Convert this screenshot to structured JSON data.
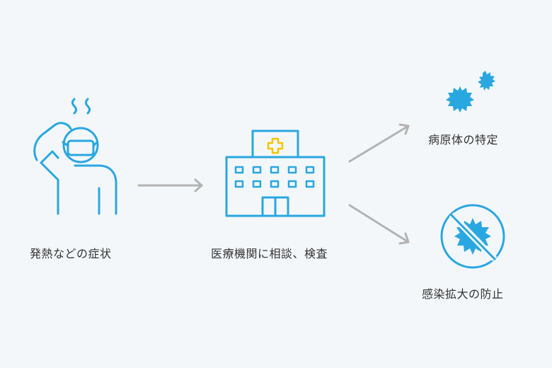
{
  "steps": {
    "symptom": "発熱などの症状",
    "consult": "医療機関に相談、検査",
    "identify": "病原体の特定",
    "prevent": "感染拡大の防止"
  },
  "icons": {
    "person": "fevered-person-with-mask-icon",
    "hospital": "hospital-icon",
    "virus": "virus-icon",
    "prohibited": "no-virus-icon"
  },
  "colors": {
    "accent": "#29a7e1",
    "cross": "#f5c400",
    "arrow": "#b3b3b3",
    "text": "#333333",
    "background": "#f4f7fa"
  }
}
